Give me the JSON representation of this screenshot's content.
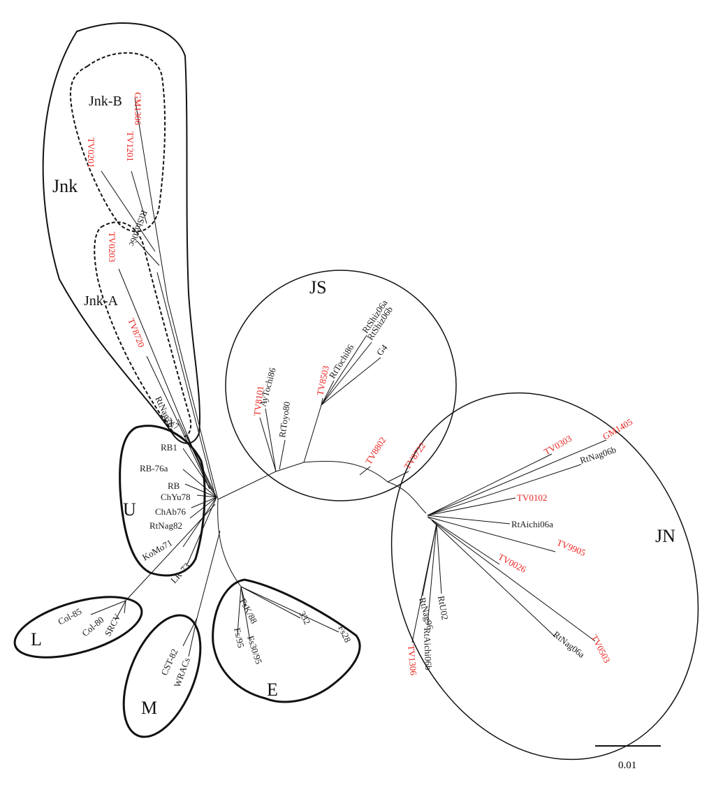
{
  "colors": {
    "reference": "#1a1a1a",
    "new_isolate": "#e8231f",
    "line": "#111111"
  },
  "groups": {
    "jnk": "Jnk",
    "jnk_a": "Jnk-A",
    "jnk_b": "Jnk-B",
    "js": "JS",
    "jn": "JN",
    "u": "U",
    "l": "L",
    "m": "M",
    "e": "E"
  },
  "scale": {
    "label": "0.01"
  },
  "leaves": {
    "gm1306": "GM1306",
    "tv1201": "TV1201",
    "tv0201": "TV0201",
    "rtshiz06c": "RtShiz06c",
    "tv0203": "TV0203",
    "tv8720": "TV8720",
    "rtnag76": "RtNag76",
    "rb1": "RB1",
    "sx7": "SX7",
    "rb76a": "RB-76a",
    "rb": "RB",
    "chyu78": "ChYu78",
    "chab76": "ChAb76",
    "rtnag82": "RtNag82",
    "komo71": "KoMo71",
    "lr73": "LR-73",
    "col85": "Col-85",
    "col80": "Col-80",
    "srcv": "SRCV",
    "cst82": "CST-82",
    "wracs": "WRACs",
    "fsk88": "FsK/88",
    "fs95": "Fs/95",
    "fs3095": "Fs30/95",
    "n332": "332",
    "fs28": "Fs28",
    "tv8101": "TV8101",
    "aytochi86": "AyTochi86",
    "rttoyo80": "RtToyo80",
    "tv8503": "TV8503",
    "rttochi86": "RtTochi86",
    "rtshiz06a": "RtShiz06a",
    "rtshiz06b": "RtShiz06b",
    "g4": "G4",
    "tv8802": "TV8802",
    "tv8722": "TV8722",
    "tv0303": "TV0303",
    "gm1405": "GM1405",
    "rtnag06b": "RtNag06b",
    "tv0102": "TV0102",
    "rtaichi06a": "RtAichi06a",
    "tv9905": "TV9905",
    "tv0026": "TV0026",
    "rtnag06a": "RtNag06a",
    "tv0503": "TV0503",
    "rtu02": "RtU02",
    "rtnag96": "RtNag96",
    "rtaichi06b": "RtAichi06b",
    "tv1306": "TV1306"
  }
}
